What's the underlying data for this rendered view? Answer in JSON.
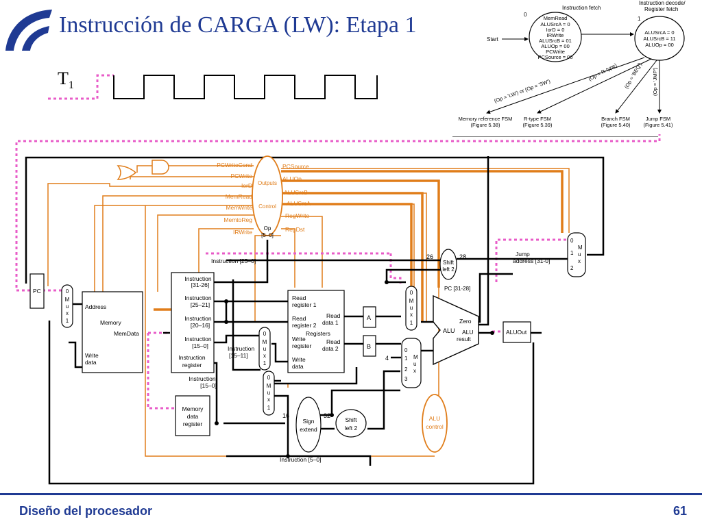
{
  "slide": {
    "title": "Instrucción de CARGA (LW): Etapa 1",
    "clock_label": "T",
    "clock_sub": "1",
    "footer_left": "Diseño del procesador",
    "page_number": "61"
  },
  "fsm": {
    "instruction_fetch": "Instruction fetch",
    "decode_line1": "Instruction decode/",
    "decode_line2": "Register fetch",
    "state0_num": "0",
    "state1_num": "1",
    "state0_lines": [
      "MemRead",
      "ALUSrcA = 0",
      "IorD = 0",
      "IRWrite",
      "ALUSrcB = 01",
      "ALUOp = 00",
      "PCWrite",
      "PCSource = 00"
    ],
    "state1_lines": [
      "ALUSrcA = 0",
      "ALUSrcB = 11",
      "ALUOp = 00"
    ],
    "start": "Start",
    "cond_lw_sw": "(Op = 'LW') or (Op = 'SW')",
    "cond_rtype": "(Op = R-type)",
    "cond_beq": "(Op = 'BEQ')",
    "cond_jmp": "(Op = 'JMP')",
    "mem_fsm": [
      "Memory reference FSM",
      "(Figure 5.38)"
    ],
    "rtype_fsm": [
      "R-type FSM",
      "(Figure 5.39)"
    ],
    "branch_fsm": [
      "Branch FSM",
      "(Figure 5.40)"
    ],
    "jump_fsm": [
      "Jump FSM",
      "(Figure 5.41)"
    ]
  },
  "datapath": {
    "control_signals_left": [
      "PCWriteCond",
      "PCWrite",
      "IorD",
      "MemRead",
      "MemWrite",
      "MemtoReg",
      "IRWrite"
    ],
    "control_signals_right": [
      "PCSource",
      "ALUOp",
      "ALUSrcB",
      "ALUSrcA",
      "RegWrite",
      "RegDst"
    ],
    "control_outputs": "Outputs",
    "control_label": "Control",
    "op_label": "Op",
    "op_range": "[5–0]",
    "pc": "PC",
    "mux_word": [
      "M",
      "u",
      "x"
    ],
    "mux0": "0",
    "mux1": "1",
    "mux2": "2",
    "mux3": "3",
    "memory_address": "Address",
    "memory_label": "Memory",
    "memdata": "MemData",
    "write_data": [
      "Write",
      "data"
    ],
    "ir_lines": [
      "Instruction",
      "[31-26]",
      "Instruction",
      "[25–21]",
      "Instruction",
      "[20–16]",
      "Instruction",
      "[15–0]",
      "Instruction",
      "register"
    ],
    "instr_15_0": [
      "Instruction",
      "[15–0]"
    ],
    "instr_15_11": [
      "Instruction",
      "[15–11]"
    ],
    "instr_25_0": "Instruction [25–0]",
    "instr_5_0": "Instruction [5–0]",
    "mdr": [
      "Memory",
      "data",
      "register"
    ],
    "reg_read1": [
      "Read",
      "register 1"
    ],
    "reg_read2": [
      "Read",
      "register 2"
    ],
    "reg_write_reg": [
      "Write",
      "register"
    ],
    "reg_write_data": [
      "Write",
      "data"
    ],
    "read_data1": [
      "Read",
      "data 1"
    ],
    "read_data2": [
      "Read",
      "data 2"
    ],
    "registers": "Registers",
    "reg_a": "A",
    "reg_b": "B",
    "four": "4",
    "sign_extend": [
      "Sign",
      "extend"
    ],
    "bits16": "16",
    "bits32": "32",
    "shift_left2": [
      "Shift",
      "left 2"
    ],
    "bits26": "26",
    "bits28": "28",
    "jump_address": [
      "Jump",
      "address [31-0]"
    ],
    "pc_31_28": "PC [31-28]",
    "alu": "ALU",
    "zero": "Zero",
    "alu_result": [
      "ALU",
      "result"
    ],
    "aluout": "ALUOut",
    "alu_control": [
      "ALU",
      "control"
    ]
  },
  "colors": {
    "title": "#1f3a93",
    "control_orange": "#e07d1a",
    "active_pink": "#e85cc8"
  }
}
